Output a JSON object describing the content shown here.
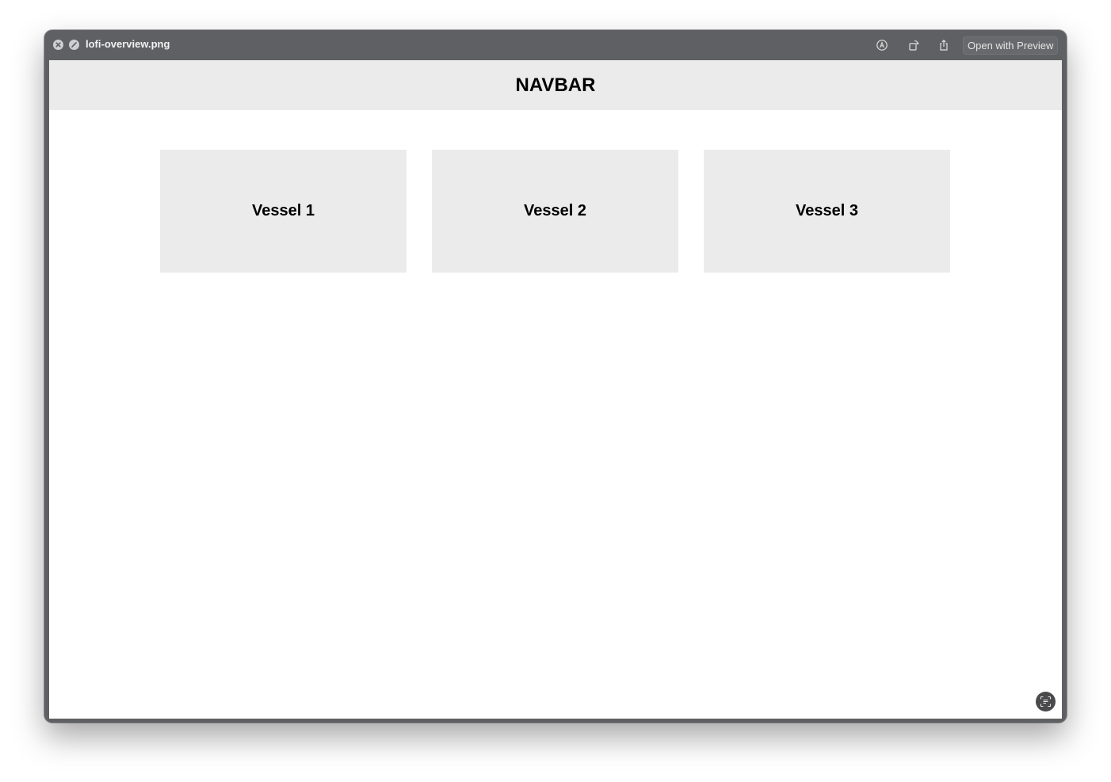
{
  "window": {
    "title": "lofi-overview.png",
    "open_with_label": "Open with Preview",
    "icons": [
      "close-icon",
      "fullscreen-icon",
      "markup-icon",
      "rotate-icon",
      "share-icon",
      "live-text-icon"
    ]
  },
  "page": {
    "navbar_label": "NAVBAR",
    "cards": [
      {
        "label": "Vessel 1"
      },
      {
        "label": "Vessel 2"
      },
      {
        "label": "Vessel 3"
      }
    ]
  },
  "colors": {
    "window_chrome": "#5f6063",
    "placeholder_fill": "#ebebeb",
    "text": "#000000"
  }
}
